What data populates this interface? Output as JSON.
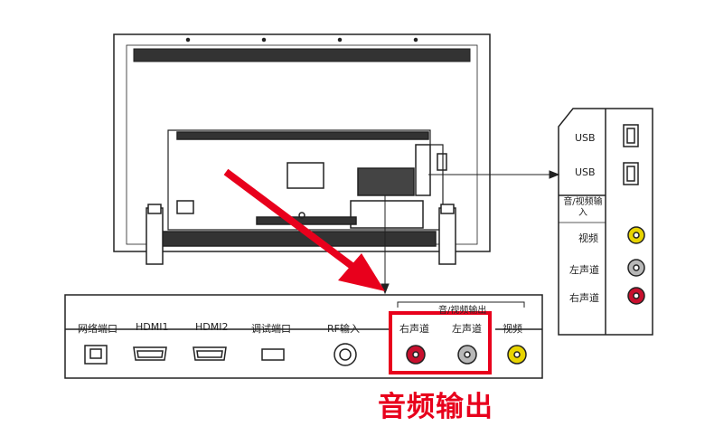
{
  "top_panel": {
    "usb1": "USB",
    "usb2": "USB",
    "av_input": "音/视频输入",
    "video": "视频",
    "left_channel": "左声道",
    "right_channel": "右声道"
  },
  "bottom_panel": {
    "ports": [
      "网络端口",
      "HDMI1",
      "HDMI2",
      "调试端口",
      "RF输入"
    ],
    "av_output_group": "音/视频输出",
    "right_channel": "右声道",
    "left_channel": "左声道",
    "video": "视频"
  },
  "caption": "音频输出",
  "colors": {
    "highlight": "#e8001c",
    "video_jack": "#e8d400",
    "left_jack": "#b8b8b8",
    "right_jack": "#c8102e"
  }
}
